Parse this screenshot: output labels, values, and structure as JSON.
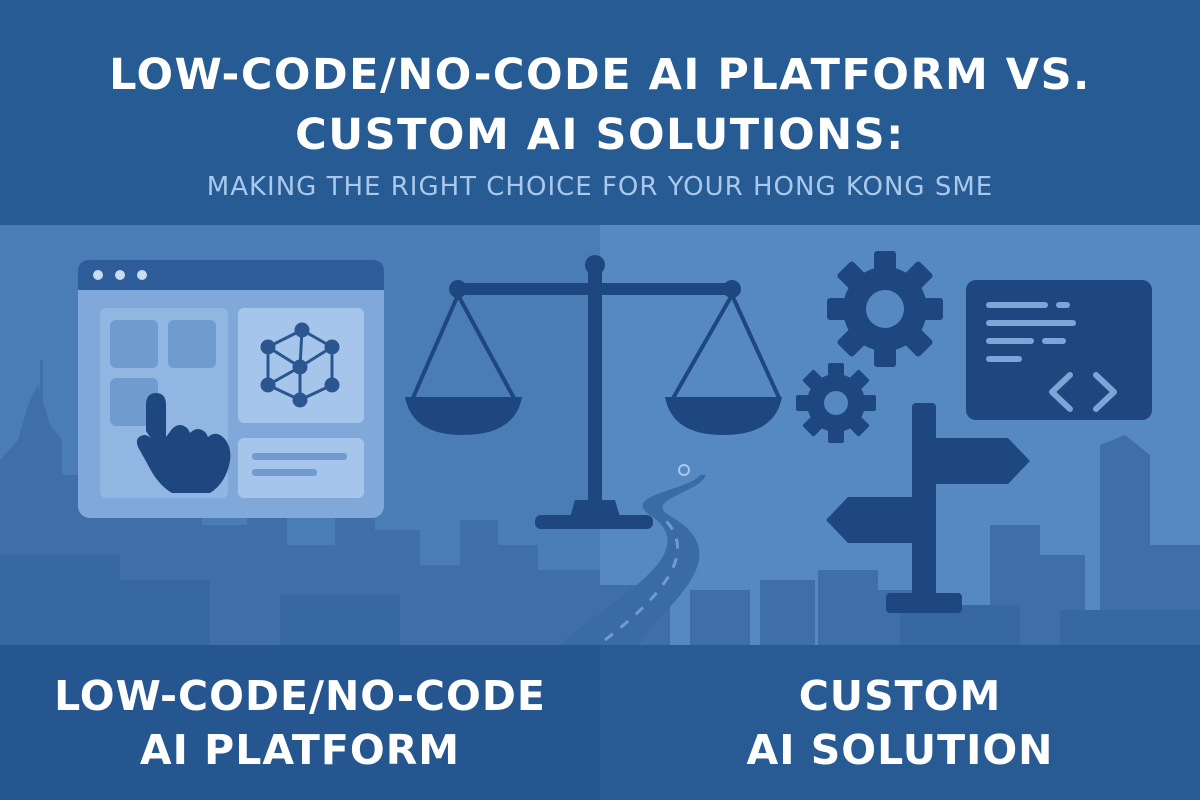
{
  "header": {
    "title_line1": "LOW-CODE/NO-CODE AI PLATFORM VS.",
    "title_line2": "CUSTOM AI SOLUTIONS:",
    "subtitle": "MAKING THE RIGHT CHOICE FOR YOUR HONG KONG SME"
  },
  "footer": {
    "left_line1": "LOW-CODE/NO-CODE",
    "left_line2": "AI PLATFORM",
    "right_line1": "CUSTOM",
    "right_line2": "AI SOLUTION"
  },
  "icons": {
    "left": [
      "browser-window-icon",
      "pointing-hand-icon",
      "network-graph-icon"
    ],
    "center": [
      "balance-scale-icon",
      "road-icon"
    ],
    "right": [
      "gear-icon",
      "code-window-icon",
      "signpost-icon"
    ],
    "background": [
      "city-skyline-icon"
    ]
  },
  "colors": {
    "header_bg": "#275b93",
    "scene_left": "#4a7cb6",
    "scene_right": "#5689c2",
    "dark_icon": "#1f477f",
    "title_text": "#ffffff",
    "subtitle_text": "#a9c8ec"
  }
}
